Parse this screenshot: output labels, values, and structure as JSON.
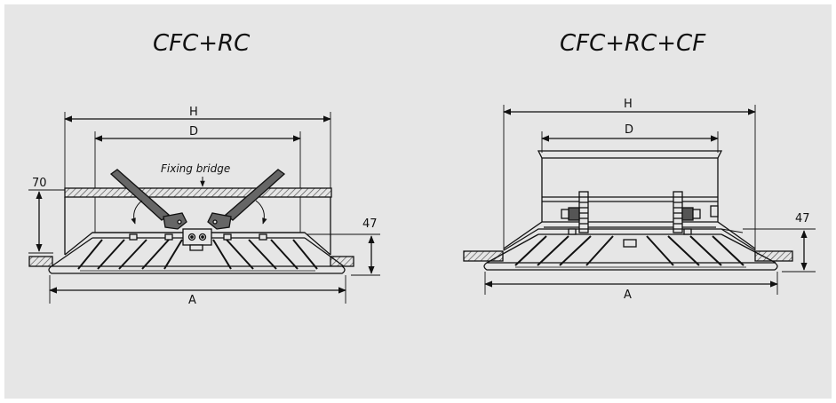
{
  "diagrams": [
    {
      "title": "CFC+RC",
      "labels": {
        "width_outer": "H",
        "width_inner": "D",
        "width_base": "A",
        "height_left": "70",
        "height_right": "47",
        "callout": "Fixing bridge"
      }
    },
    {
      "title": "CFC+RC+CF",
      "labels": {
        "width_outer": "H",
        "width_inner": "D",
        "width_base": "A",
        "height_right": "47"
      }
    }
  ],
  "colors": {
    "background": "#e6e6e6",
    "line": "#111111",
    "hatch": "#777777"
  }
}
